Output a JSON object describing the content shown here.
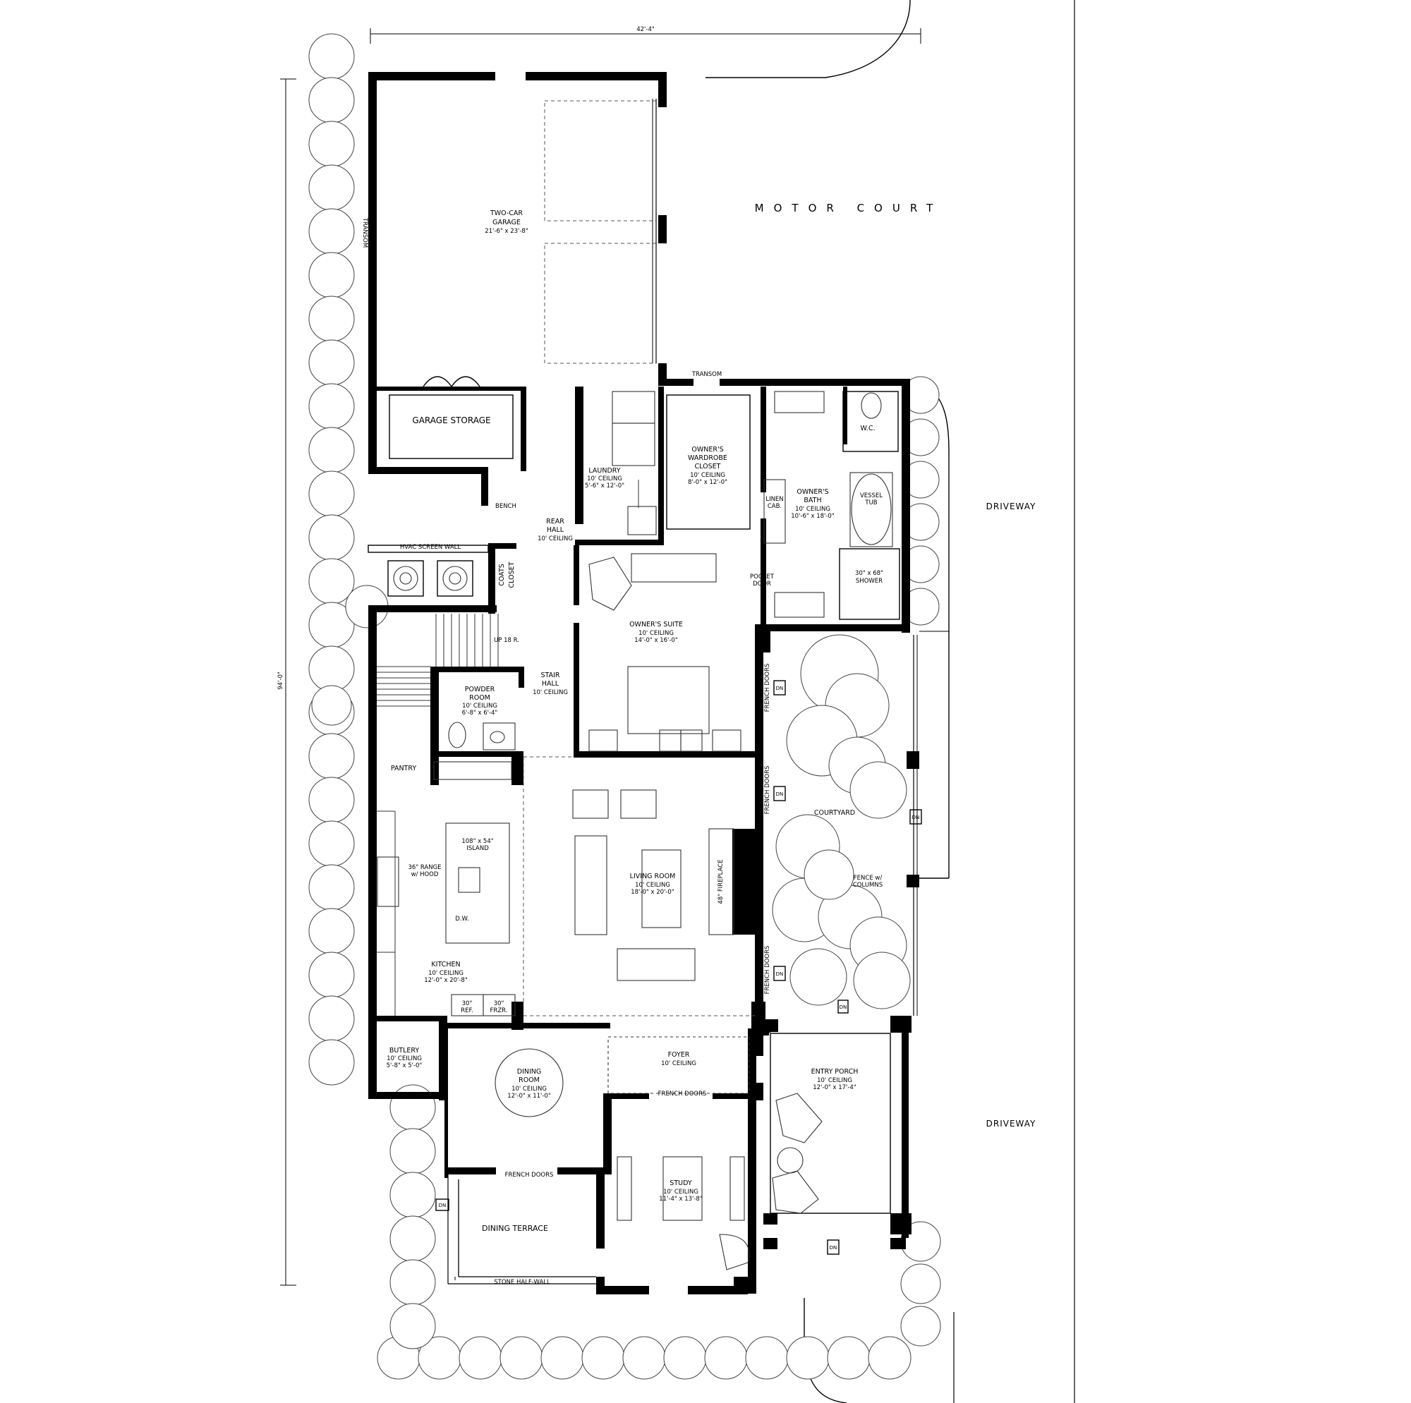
{
  "dimensions": {
    "width": "42'-4\"",
    "depth": "94'-0\""
  },
  "site": {
    "motor_court": "MOTOR COURT",
    "driveway_upper": "DRIVEWAY",
    "driveway_lower": "DRIVEWAY"
  },
  "rooms": {
    "garage": {
      "name1": "TWO-CAR",
      "name2": "GARAGE",
      "size": "21'-6\" x 23'-8\""
    },
    "garage_storage": {
      "name": "GARAGE STORAGE"
    },
    "laundry": {
      "name": "LAUNDRY",
      "ceiling": "10' CEILING",
      "size": "5'-6\" x 12'-0\""
    },
    "wardrobe": {
      "name1": "OWNER'S",
      "name2": "WARDROBE",
      "name3": "CLOSET",
      "ceiling": "10' CEILING",
      "size": "8'-0\" x 12'-0\""
    },
    "owners_bath": {
      "name1": "OWNER'S",
      "name2": "BATH",
      "ceiling": "10' CEILING",
      "size": "10'-6\" x 18'-0\""
    },
    "wc": {
      "name": "W.C."
    },
    "rear_hall": {
      "name1": "REAR",
      "name2": "HALL",
      "ceiling": "10' CEILING"
    },
    "coats_closet": {
      "name1": "COATS",
      "name2": "CLOSET"
    },
    "owners_suite": {
      "name": "OWNER'S SUITE",
      "ceiling": "10' CEILING",
      "size": "14'-0\" x 16'-0\""
    },
    "stair_hall": {
      "name1": "STAIR",
      "name2": "HALL",
      "ceiling": "10' CEILING"
    },
    "powder_room": {
      "name1": "POWDER",
      "name2": "ROOM",
      "ceiling": "10' CEILING",
      "size": "6'-8\" x 6'-4\""
    },
    "pantry": {
      "name": "PANTRY"
    },
    "kitchen": {
      "name": "KITCHEN",
      "ceiling": "10' CEILING",
      "size": "12'-0\" x 20'-8\""
    },
    "living_room": {
      "name": "LIVING ROOM",
      "ceiling": "10' CEILING",
      "size": "18'-0\" x 20'-0\""
    },
    "courtyard": {
      "name": "COURTYARD"
    },
    "butlery": {
      "name": "BUTLERY",
      "ceiling": "10' CEILING",
      "size": "5'-8\" x 5'-0\""
    },
    "dining_room": {
      "name1": "DINING",
      "name2": "ROOM",
      "ceiling": "10' CEILING",
      "size": "12'-0\" x 11'-0\""
    },
    "foyer": {
      "name": "FOYER",
      "ceiling": "10' CEILING"
    },
    "entry_porch": {
      "name": "ENTRY PORCH",
      "ceiling": "10' CEILING",
      "size": "12'-0\" x 17'-4\""
    },
    "study": {
      "name": "STUDY",
      "ceiling": "10' CEILING",
      "size": "11'-4\" x 13'-8\""
    },
    "dining_terrace": {
      "name": "DINING TERRACE"
    }
  },
  "notes": {
    "transom_garage": "TRANSOM",
    "transom_suite": "TRANSOM",
    "bench": "BENCH",
    "hvac": "HVAC SCREEN WALL",
    "linen1": "LINEN",
    "linen2": "CAB.",
    "vessel1": "VESSEL",
    "vessel2": "TUB",
    "shower1": "30\" x 68\"",
    "shower2": "SHOWER",
    "pocket1": "POCKET",
    "pocket2": "DOOR",
    "up": "UP 18 R.",
    "island1": "108\" x 54\"",
    "island2": "ISLAND",
    "range1": "36\" RANGE",
    "range2": "w/ HOOD",
    "dw": "D.W.",
    "ref1": "30\"",
    "ref2": "REF.",
    "frzr1": "30\"",
    "frzr2": "FRZR.",
    "fireplace": "48\" FIREPLACE",
    "fence1": "FENCE w/",
    "fence2": "COLUMNS",
    "french_suite1": "FRENCH DOORS",
    "french_living1": "FRENCH DOORS",
    "french_living2": "FRENCH DOORS",
    "french_foyer": "FRENCH DOORS",
    "french_dining": "FRENCH DOORS",
    "stone_wall": "STONE HALF-WALL",
    "dn": "DN"
  }
}
